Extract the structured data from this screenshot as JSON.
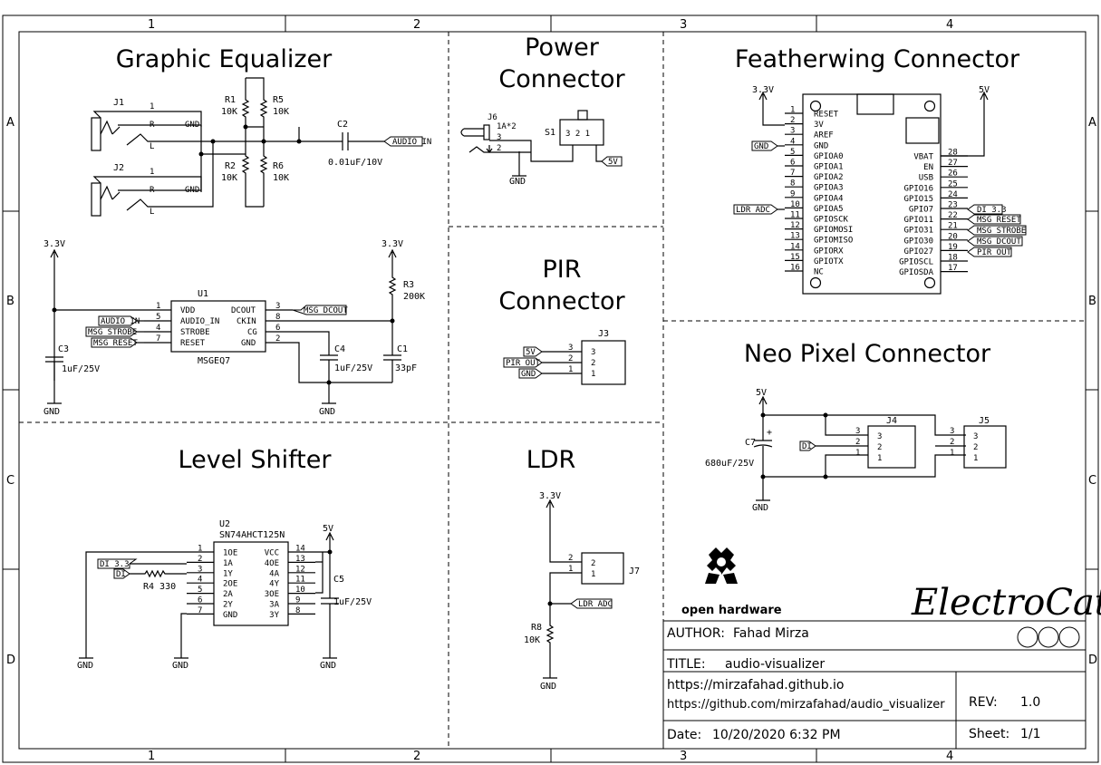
{
  "frame": {
    "cols": [
      "1",
      "2",
      "3",
      "4"
    ],
    "rows": [
      "A",
      "B",
      "C",
      "D"
    ]
  },
  "sections": {
    "graphic_eq": "Graphic Equalizer",
    "power_1": "Power",
    "power_2": "Connector",
    "feather": "Featherwing Connector",
    "pir_1": "PIR",
    "pir_2": "Connector",
    "neo": "Neo Pixel Connector",
    "level": "Level Shifter",
    "ldr": "LDR"
  },
  "eq": {
    "j1": "J1",
    "j2": "J2",
    "r": "R",
    "l": "L",
    "gnd": "GND",
    "one": "1",
    "r1": "R1",
    "r1v": "10K",
    "r5": "R5",
    "r5v": "10K",
    "r2": "R2",
    "r2v": "10K",
    "r6": "R6",
    "r6v": "10K",
    "c2": "C2",
    "c2v": "0.01uF/10V",
    "audio_in": "AUDIO_IN"
  },
  "msgeq": {
    "u1": "U1",
    "part": "MSGEQ7",
    "v33a": "3.3V",
    "v33b": "3.3V",
    "pins_left": [
      {
        "num": "1",
        "name": "VDD"
      },
      {
        "num": "5",
        "name": "AUDIO_IN"
      },
      {
        "num": "4",
        "name": "STROBE"
      },
      {
        "num": "7",
        "name": "RESET"
      }
    ],
    "pins_right": [
      {
        "num": "3",
        "name": "DCOUT"
      },
      {
        "num": "8",
        "name": "CKIN"
      },
      {
        "num": "6",
        "name": "CG"
      },
      {
        "num": "2",
        "name": "GND"
      }
    ],
    "lbl_audio": "AUDIO_IN",
    "lbl_strobe": "MSG_STROBE",
    "lbl_reset": "MSG_RESET",
    "lbl_dcout": "MSG_DCOUT",
    "c3": "C3",
    "c3v": "1uF/25V",
    "c4": "C4",
    "c4v": "1uF/25V",
    "c1": "C1",
    "c1v": "33pF",
    "r3": "R3",
    "r3v": "200K",
    "gnd": "GND"
  },
  "power": {
    "j6": "J6",
    "j6v": "1A*2",
    "p3": "3",
    "p2": "2",
    "s1": "S1",
    "s1pins": "3 2 1",
    "v5": "5V",
    "gnd": "GND"
  },
  "feather": {
    "v33": "3.3V",
    "v5": "5V",
    "gnd": "GND",
    "ldr": "LDR_ADC",
    "left": [
      {
        "num": "1",
        "name": "RESET"
      },
      {
        "num": "2",
        "name": "3V"
      },
      {
        "num": "3",
        "name": "AREF"
      },
      {
        "num": "4",
        "name": "GND"
      },
      {
        "num": "5",
        "name": "GPIOA0"
      },
      {
        "num": "6",
        "name": "GPIOA1"
      },
      {
        "num": "7",
        "name": "GPIOA2"
      },
      {
        "num": "8",
        "name": "GPIOA3"
      },
      {
        "num": "9",
        "name": "GPIOA4"
      },
      {
        "num": "10",
        "name": "GPIOA5"
      },
      {
        "num": "11",
        "name": "GPIOSCK"
      },
      {
        "num": "12",
        "name": "GPIOMOSI"
      },
      {
        "num": "13",
        "name": "GPIOMISO"
      },
      {
        "num": "14",
        "name": "GPIORX"
      },
      {
        "num": "15",
        "name": "GPIOTX"
      },
      {
        "num": "16",
        "name": "NC"
      }
    ],
    "right": [
      {
        "num": "28",
        "name": "VBAT"
      },
      {
        "num": "27",
        "name": "EN"
      },
      {
        "num": "26",
        "name": "USB"
      },
      {
        "num": "25",
        "name": "GPIO16"
      },
      {
        "num": "24",
        "name": "GPIO15"
      },
      {
        "num": "23",
        "name": "GPIO7"
      },
      {
        "num": "22",
        "name": "GPIO11"
      },
      {
        "num": "21",
        "name": "GPIO31"
      },
      {
        "num": "20",
        "name": "GPIO30"
      },
      {
        "num": "19",
        "name": "GPIO27"
      },
      {
        "num": "18",
        "name": "GPIOSCL"
      },
      {
        "num": "17",
        "name": "GPIOSDA"
      }
    ],
    "tags": [
      "DI_3.3",
      "MSG_RESET",
      "MSG_STROBE",
      "MSG_DCOUT",
      "PIR_OUT"
    ]
  },
  "pir": {
    "j3": "J3",
    "tags": [
      "5V",
      "PIR_OUT",
      "GND"
    ],
    "pins": [
      "3",
      "2",
      "1"
    ]
  },
  "neo": {
    "v5": "5V",
    "c7": "C7",
    "c7v": "680uF/25V",
    "plus": "+",
    "di": "DI",
    "gnd": "GND",
    "j4": "J4",
    "j5": "J5",
    "pins": [
      "3",
      "2",
      "1"
    ]
  },
  "level": {
    "u2": "U2",
    "part": "SN74AHCT125N",
    "v5": "5V",
    "left": [
      {
        "num": "1",
        "name": "1OE"
      },
      {
        "num": "2",
        "name": "1A"
      },
      {
        "num": "3",
        "name": "1Y"
      },
      {
        "num": "4",
        "name": "2OE"
      },
      {
        "num": "5",
        "name": "2A"
      },
      {
        "num": "6",
        "name": "2Y"
      },
      {
        "num": "7",
        "name": "GND"
      }
    ],
    "right": [
      {
        "num": "14",
        "name": "VCC"
      },
      {
        "num": "13",
        "name": "4OE"
      },
      {
        "num": "12",
        "name": "4A"
      },
      {
        "num": "11",
        "name": "4Y"
      },
      {
        "num": "10",
        "name": "3OE"
      },
      {
        "num": "9",
        "name": "3A"
      },
      {
        "num": "8",
        "name": "3Y"
      }
    ],
    "di33": "DI_3.3",
    "di": "DI",
    "r4": "R4 330",
    "c5": "C5",
    "c5v": "1uF/25V",
    "gnd": "GND"
  },
  "ldrsec": {
    "v33": "3.3V",
    "j7": "J7",
    "p2": "2",
    "p1": "1",
    "tag": "LDR_ADC",
    "r8": "R8",
    "r8v": "10K",
    "gnd": "GND"
  },
  "titleblock": {
    "oshw": "open hardware",
    "brand": "ElectroCat",
    "author_label": "AUTHOR:",
    "author": "Fahad Mirza",
    "title_label": "TITLE:",
    "title": "audio-visualizer",
    "url1": "https://mirzafahad.github.io",
    "url2": "https://github.com/mirzafahad/audio_visualizer",
    "rev_label": "REV:",
    "rev": "1.0",
    "date_label": "Date:",
    "date": "10/20/2020 6:32 PM",
    "sheet_label": "Sheet:",
    "sheet": "1/1"
  }
}
